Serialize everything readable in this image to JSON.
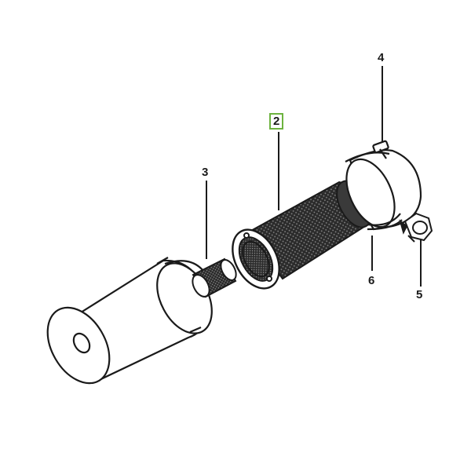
{
  "callouts": {
    "part_2": "2",
    "part_3": "3",
    "part_4": "4",
    "part_5": "5",
    "part_6": "6"
  },
  "colors": {
    "highlight": "#6db33f",
    "ink": "#1a1a1a"
  }
}
